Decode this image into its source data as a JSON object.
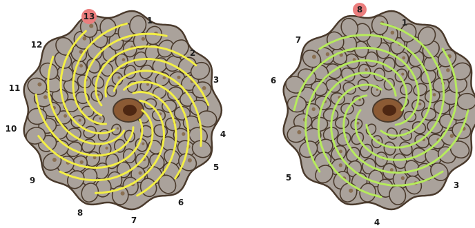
{
  "diagram": {
    "cones": [
      {
        "id": "left",
        "spiral_color": "#f3ef45",
        "rotation": "clockwise",
        "highlight_label": "13",
        "spiral_labels": [
          "1",
          "2",
          "3",
          "4",
          "5",
          "6",
          "7",
          "8",
          "9",
          "10",
          "11",
          "12"
        ]
      },
      {
        "id": "right",
        "spiral_color": "#b6eb5c",
        "rotation": "counterclockwise",
        "highlight_label": "8",
        "spiral_labels": [
          "1",
          "3",
          "4",
          "5",
          "6",
          "7"
        ]
      }
    ],
    "colors": {
      "scale_fill": "#aaa29b",
      "scale_outline": "#4a3a2c",
      "scale_dot": "#8a7052",
      "center_outer": "#8b5a34",
      "center_inner": "#4e2712",
      "badge_fill": "#eb7d7d",
      "label_text": "#1c1c1c"
    }
  }
}
